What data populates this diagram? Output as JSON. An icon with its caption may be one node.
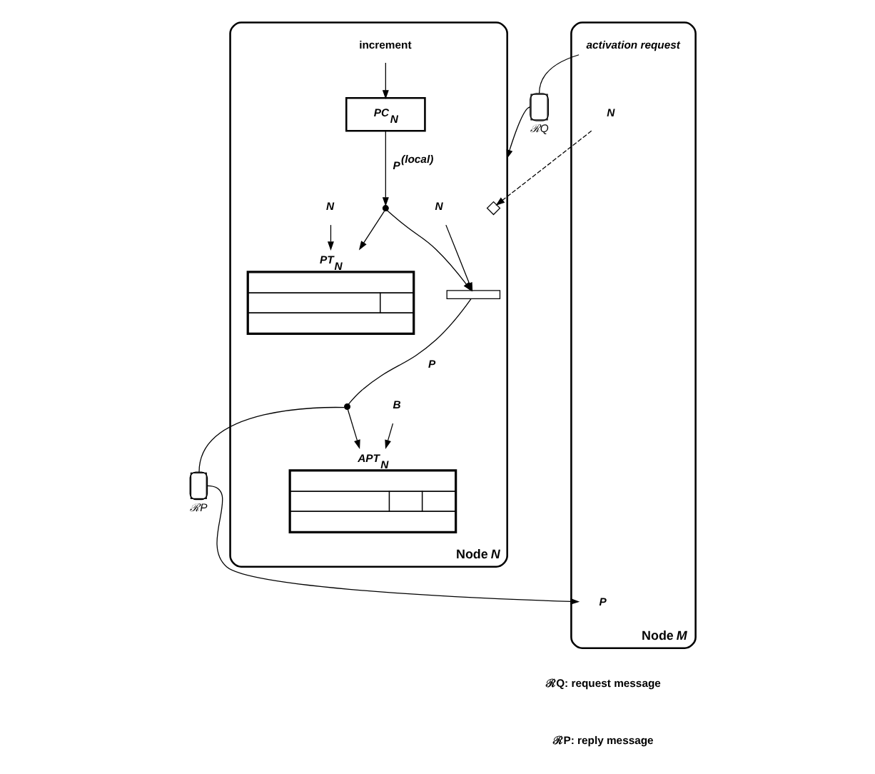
{
  "diagram": {
    "nodes": [
      {
        "text": [
          "Node *M*"
        ]
      },
      {
        "text": [
          "N"
        ],
        "in": 0
      },
      {
        "text": [
          "activation request"
        ],
        "in": 0
      },
      {
        "text": [
          "P"
        ],
        "in": 0
      },
      {
        "text": [
          "Node *N*"
        ]
      },
      {
        "text": [],
        "shape": "diamond",
        "in": 4
      },
      {
        "text": [],
        "shape": "capsule",
        "beside": [
          "ℛQ"
        ]
      },
      {
        "text": [
          "PC$_{N}$"
        ],
        "in": 4
      },
      {
        "text": [
          "increment"
        ],
        "in": 4
      },
      {
        "text": [],
        "shape": "dot",
        "in": 4
      },
      {
        "text": [
          "N"
        ],
        "in": 4
      },
      {
        "text": [],
        "shape": "bracket",
        "in": 4
      },
      {
        "text": [
          "PT$_{N}$"
        ],
        "in": 4
      },
      {
        "text": [
          "N"
        ],
        "in": 4
      },
      {
        "text": [],
        "shape": "dot",
        "in": 4
      },
      {
        "text": [],
        "shape": "capsule",
        "beside": [
          "ℛP"
        ]
      },
      {
        "text": [
          "B"
        ],
        "in": 4
      },
      {
        "text": [
          "APT$_{N}$"
        ],
        "in": 4
      }
    ],
    "edges": [
      {
        "from": 1,
        "to": 5,
        "arrow": "to",
        "style": "dashed"
      },
      {
        "from": 2,
        "to": 6,
        "arrow": "none"
      },
      {
        "from": 6,
        "to": 4,
        "arrow": "to"
      },
      {
        "from": 8,
        "to": 7,
        "arrow": "to"
      },
      {
        "from": 7,
        "to": 9,
        "arrow": "to",
        "label": "P$^{(local)}$"
      },
      {
        "from": 10,
        "to": 11,
        "arrow": "to"
      },
      {
        "from": 9,
        "to": 11,
        "arrow": "to"
      },
      {
        "from": 9,
        "to": 12,
        "arrow": "to"
      },
      {
        "from": 13,
        "to": 12,
        "arrow": "to"
      },
      {
        "from": 11,
        "to": 14,
        "arrow": "none",
        "label": "P"
      },
      {
        "from": 14,
        "to": 15,
        "arrow": "none"
      },
      {
        "from": 15,
        "to": 3,
        "arrow": "to"
      },
      {
        "from": 14,
        "to": 17,
        "arrow": "to"
      },
      {
        "from": 16,
        "to": 17,
        "arrow": "to"
      }
    ],
    "labels": [
      "ℛQ: request message",
      "ℛP: reply message"
    ]
  }
}
